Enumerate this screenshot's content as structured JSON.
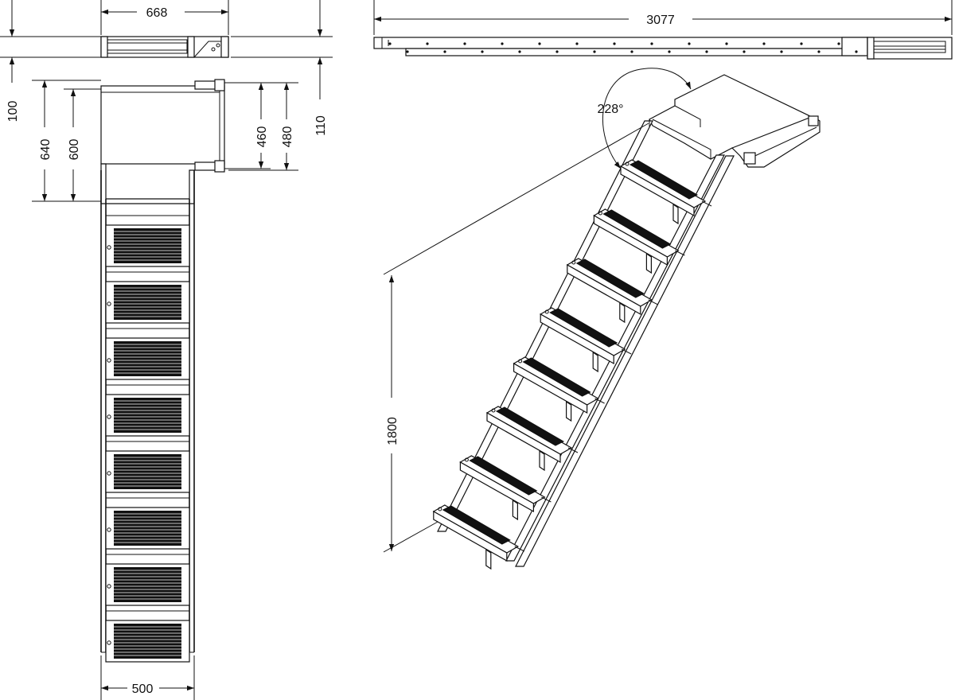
{
  "dimensions": {
    "top_width": "668",
    "length": "3077",
    "left_depth_a": "100",
    "left_depth_b": "640",
    "left_depth_c": "600",
    "right_depth_a": "460",
    "right_depth_b": "480",
    "right_depth_c": "110",
    "stair_width": "500",
    "height": "1800",
    "angle": "228°"
  },
  "counts": {
    "treads_plan": 8,
    "treads_iso": 8
  },
  "colors": {
    "line": "#111111",
    "mat": "#111111",
    "background": "#ffffff"
  }
}
